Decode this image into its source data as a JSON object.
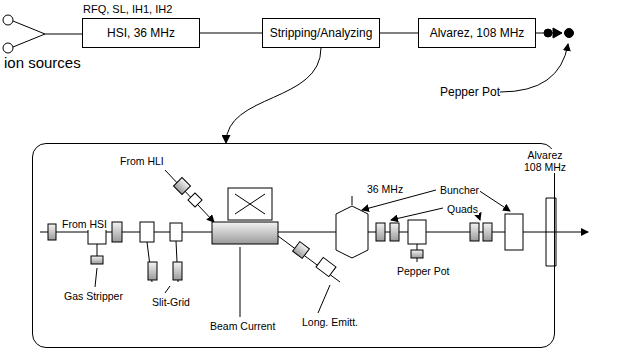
{
  "diagram": {
    "nodes": [
      {
        "text": [
          "RFQ, SL, IH1, IH2",
          "HSI, 36 MHz"
        ]
      },
      {
        "text": [
          "Stripping/Analyzing"
        ]
      },
      {
        "text": [
          "Alvarez, 108 MHz"
        ]
      },
      {
        "text": [
          "From HLI",
          "36 MHz",
          "Buncher",
          "Alvarez 108 MHz",
          "Quads",
          "From HSI",
          "Pepper Pot",
          "Gas Stripper",
          "Slit-Grid",
          "Long. Emitt.",
          "Beam Current"
        ]
      }
    ],
    "edges": [
      {
        "from": 0,
        "to": 1,
        "arrow": "none"
      },
      {
        "from": 1,
        "to": 2,
        "arrow": "none"
      },
      {
        "from": 1,
        "to": 3,
        "arrow": "to"
      }
    ],
    "labels": [
      "ion sources",
      "Pepper Pot"
    ]
  }
}
